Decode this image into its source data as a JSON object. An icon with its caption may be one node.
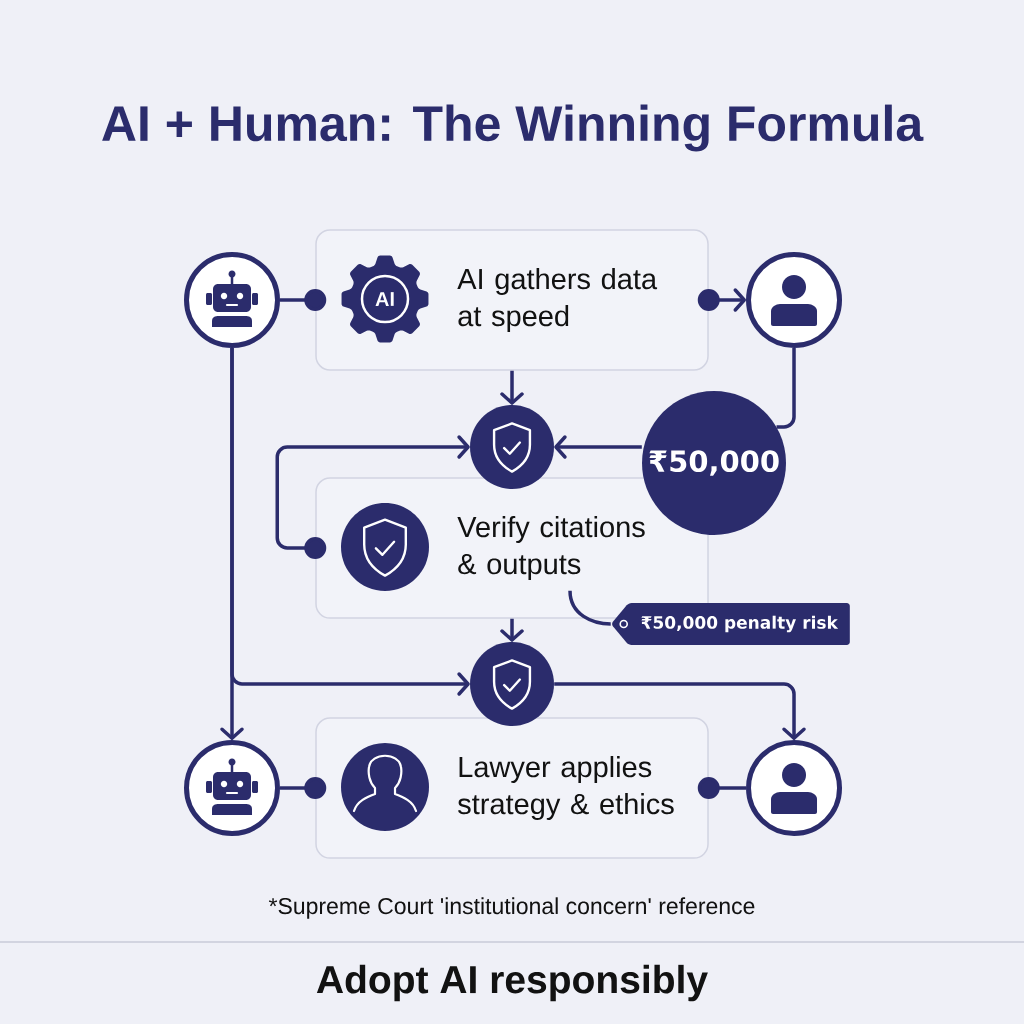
{
  "diagram": {
    "title": "AI + Human: The Winning Formula",
    "nodes": [
      {
        "text": [],
        "shape": "circle"
      },
      {
        "text": [
          "AI gathers data at speed"
        ]
      },
      {
        "text": [
          "AI"
        ],
        "in": 1
      },
      {
        "text": [],
        "shape": "circle"
      },
      {
        "text": [],
        "shape": "circle"
      },
      {
        "text": [
          "₹50,000"
        ]
      },
      {
        "text": [
          "Verify citations & outputs"
        ]
      },
      {
        "text": [
          "₹50,000 penalty risk"
        ]
      },
      {
        "text": [],
        "shape": "circle"
      },
      {
        "text": [],
        "shape": "circle"
      },
      {
        "text": [
          "Lawyer applies strategy & ethics"
        ]
      },
      {
        "text": [],
        "shape": "circle"
      }
    ],
    "edges": [
      {
        "from": 0,
        "to": 1,
        "arrow": "other"
      },
      {
        "from": 1,
        "to": 3,
        "arrow": "to"
      },
      {
        "from": 1,
        "to": 4,
        "arrow": "to"
      },
      {
        "from": 3,
        "to": 5,
        "arrow": "none"
      },
      {
        "from": 5,
        "to": 4,
        "arrow": "to"
      },
      {
        "from": 6,
        "to": 4,
        "arrow": "to"
      },
      {
        "from": 6,
        "to": 8,
        "arrow": "to"
      },
      {
        "from": 7,
        "to": 6,
        "arrow": "none"
      },
      {
        "from": 0,
        "to": 9,
        "arrow": "to"
      },
      {
        "from": 0,
        "to": 8,
        "arrow": "to"
      },
      {
        "from": 8,
        "to": 11,
        "arrow": "to"
      },
      {
        "from": 9,
        "to": 10,
        "arrow": "other"
      },
      {
        "from": 11,
        "to": 10,
        "arrow": "other"
      }
    ],
    "labels": [
      "*Supreme Court 'institutional concern' reference",
      "Adopt AI responsibly"
    ]
  }
}
